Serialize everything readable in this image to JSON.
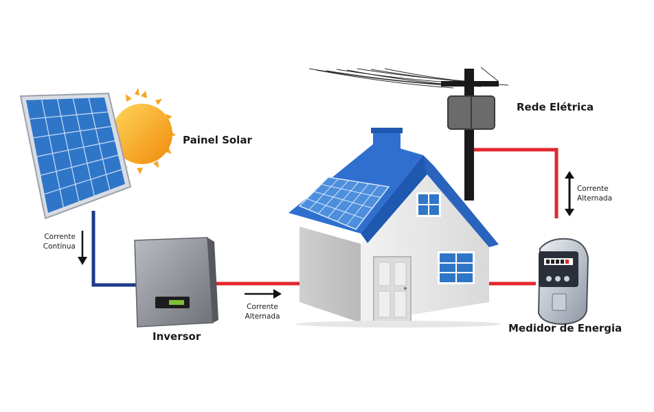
{
  "labels": {
    "solar_panel": "Painel Solar",
    "inverter": "Inversor",
    "grid": "Rede Elétrica",
    "meter": "Medidor de Energia"
  },
  "currents": {
    "dc": {
      "line1": "Corrente",
      "line2": "Contínua"
    },
    "ac_house": {
      "line1": "Corrente",
      "line2": "Alternada"
    },
    "ac_grid": {
      "line1": "Corrente",
      "line2": "Alternada"
    }
  },
  "colors": {
    "dc_wire": "#1f3a8a",
    "ac_wire": "#e3262e",
    "roof": "#2f6fcf",
    "panel": "#2f76c9",
    "sun": "#f5a623"
  }
}
